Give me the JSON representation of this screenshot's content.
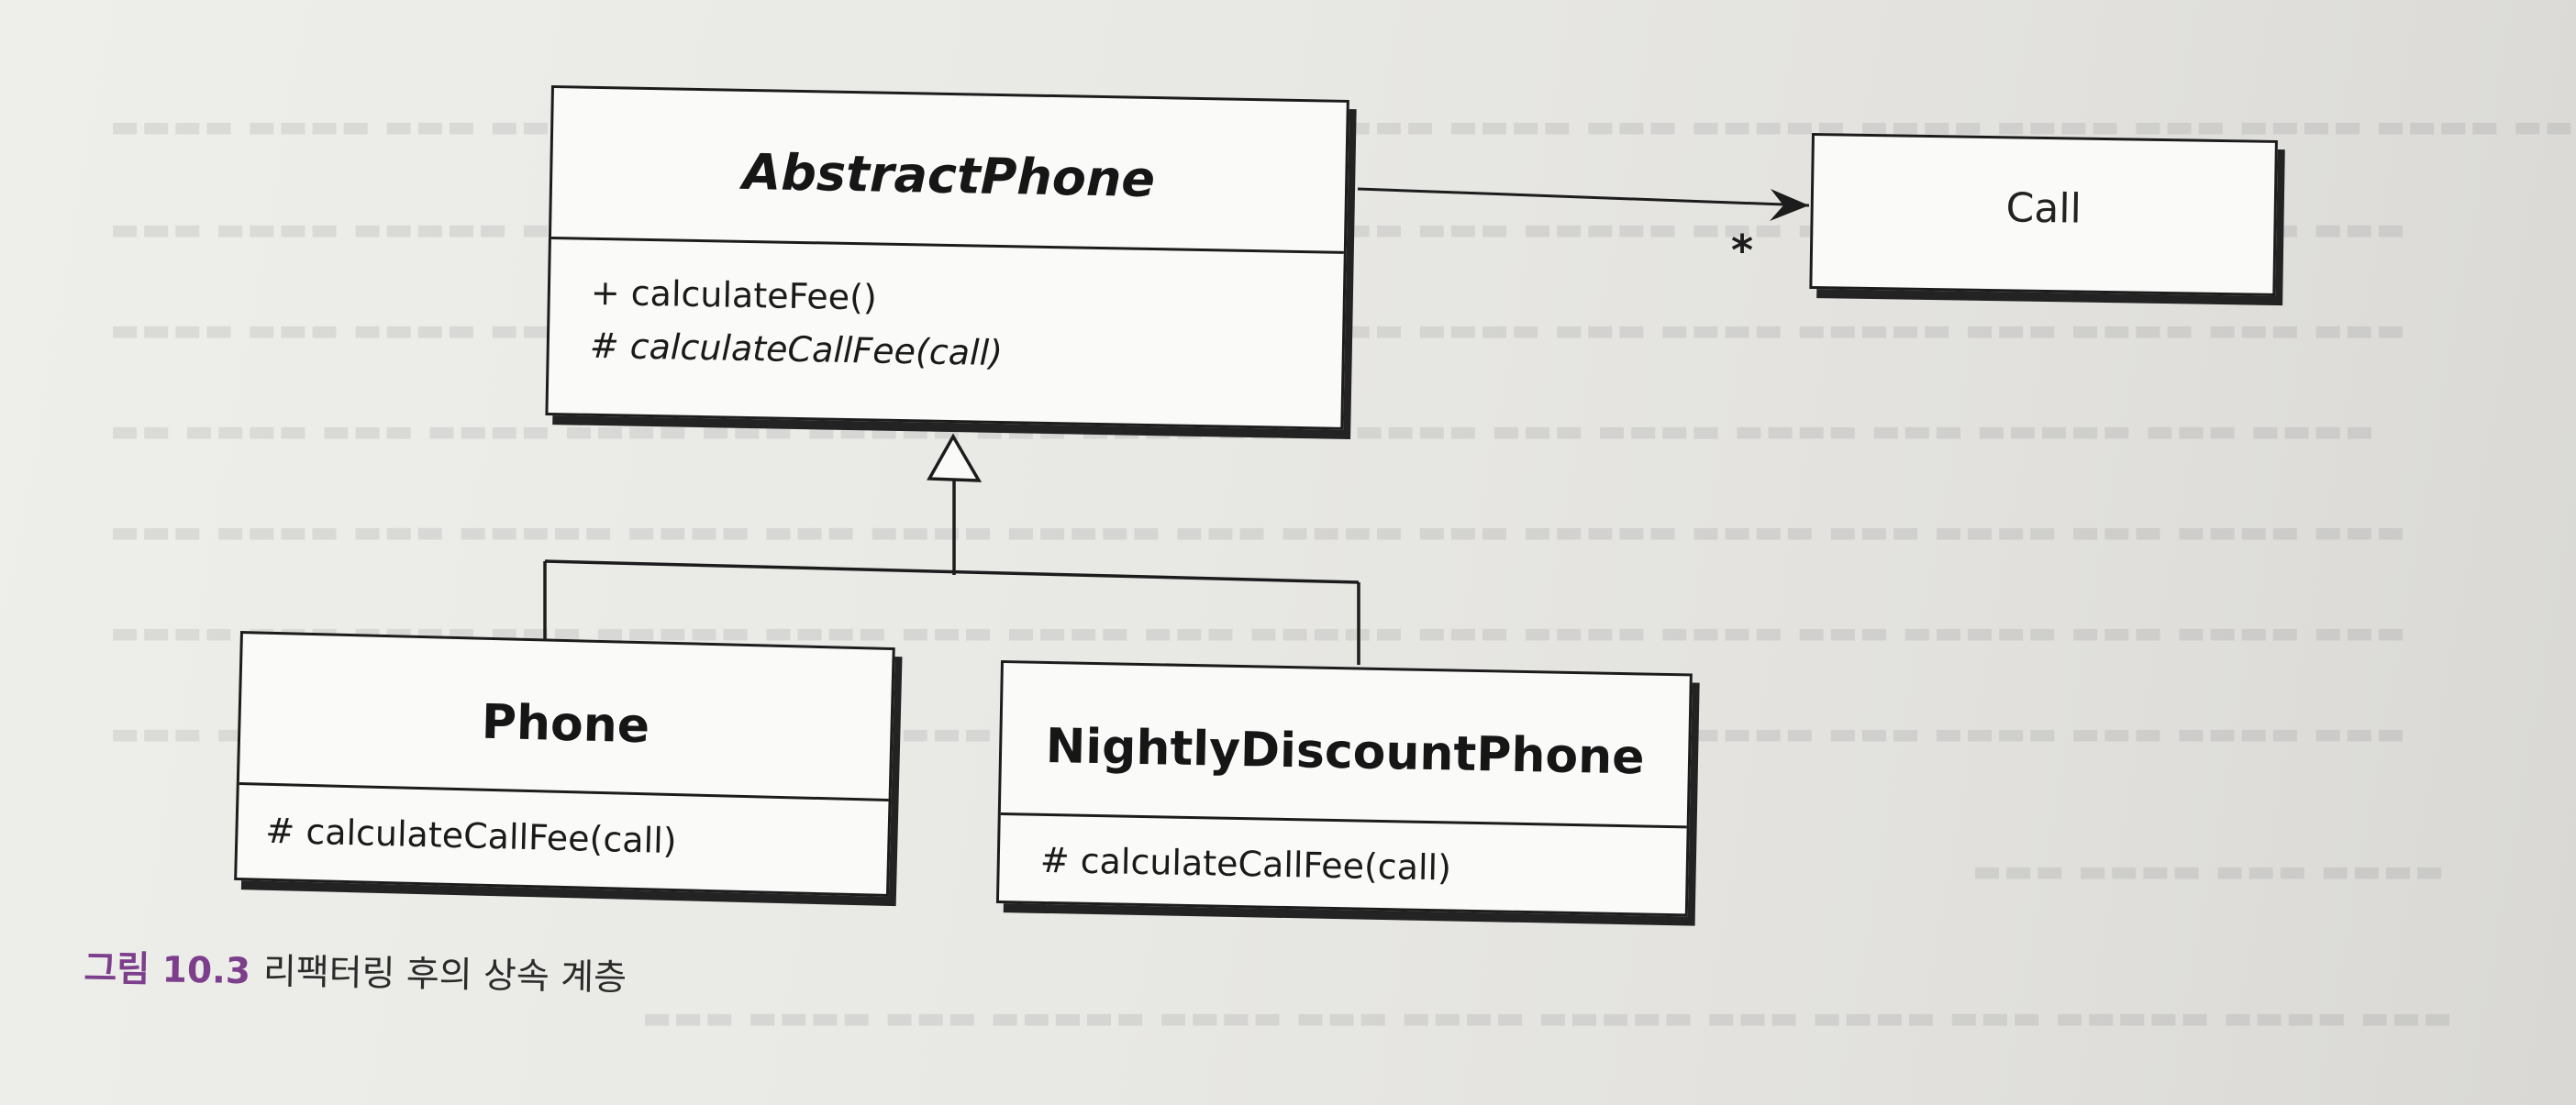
{
  "diagram": {
    "abstract_class": {
      "name": "AbstractPhone",
      "methods": [
        "+ calculateFee()",
        "# calculateCallFee(call)"
      ]
    },
    "associated_class": {
      "name": "Call",
      "multiplicity": "*"
    },
    "subclasses": [
      {
        "name": "Phone",
        "methods": [
          "# calculateCallFee(call)"
        ]
      },
      {
        "name": "NightlyDiscountPhone",
        "methods": [
          "# calculateCallFee(call)"
        ]
      }
    ]
  },
  "caption": {
    "number": "그림 10.3",
    "text": "리팩터링 후의 상속 계층"
  },
  "colors": {
    "line": "#1c1c1c",
    "box_fill": "#fafaf8",
    "caption_accent": "#7d3f8c",
    "page": "#e9e8e4"
  }
}
